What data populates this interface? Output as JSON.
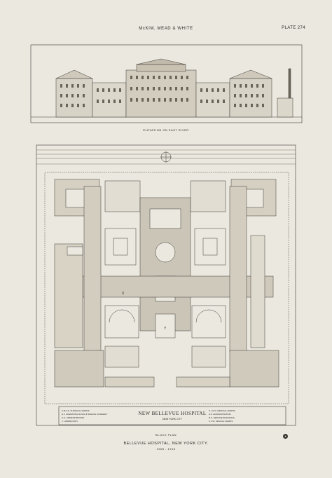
{
  "header": {
    "firm": "McKIM, MEAD & WHITE",
    "plate": "PLATE 274"
  },
  "captions": {
    "elevation": "ELEVATION ON EAST RIVER",
    "plan": "BLOCK PLAN"
  },
  "legend": {
    "left": [
      "A.B.C.D. SURGICAL WARDS",
      "E.F. OPERATING ROOM & SPECIAL SURGERY",
      "G.H. ADMINISTRATION",
      "J. LABORATORY"
    ],
    "center_title": "NEW BELLEVUE HOSPITAL",
    "center_sub": "NEW YORK CITY",
    "right": [
      "K.L.M.N. MEDICAL WARDS",
      "O.P. ADMINISTRATION",
      "R.S. SERVICE BUILDINGS",
      "U.V.W. SPECIAL WARDS"
    ]
  },
  "plan": {
    "letters": {
      "x": "X",
      "y": "Y"
    }
  },
  "footer": {
    "title": "BELLEVUE HOSPITAL, NEW YORK CITY.",
    "years": "1908 - 1916"
  }
}
